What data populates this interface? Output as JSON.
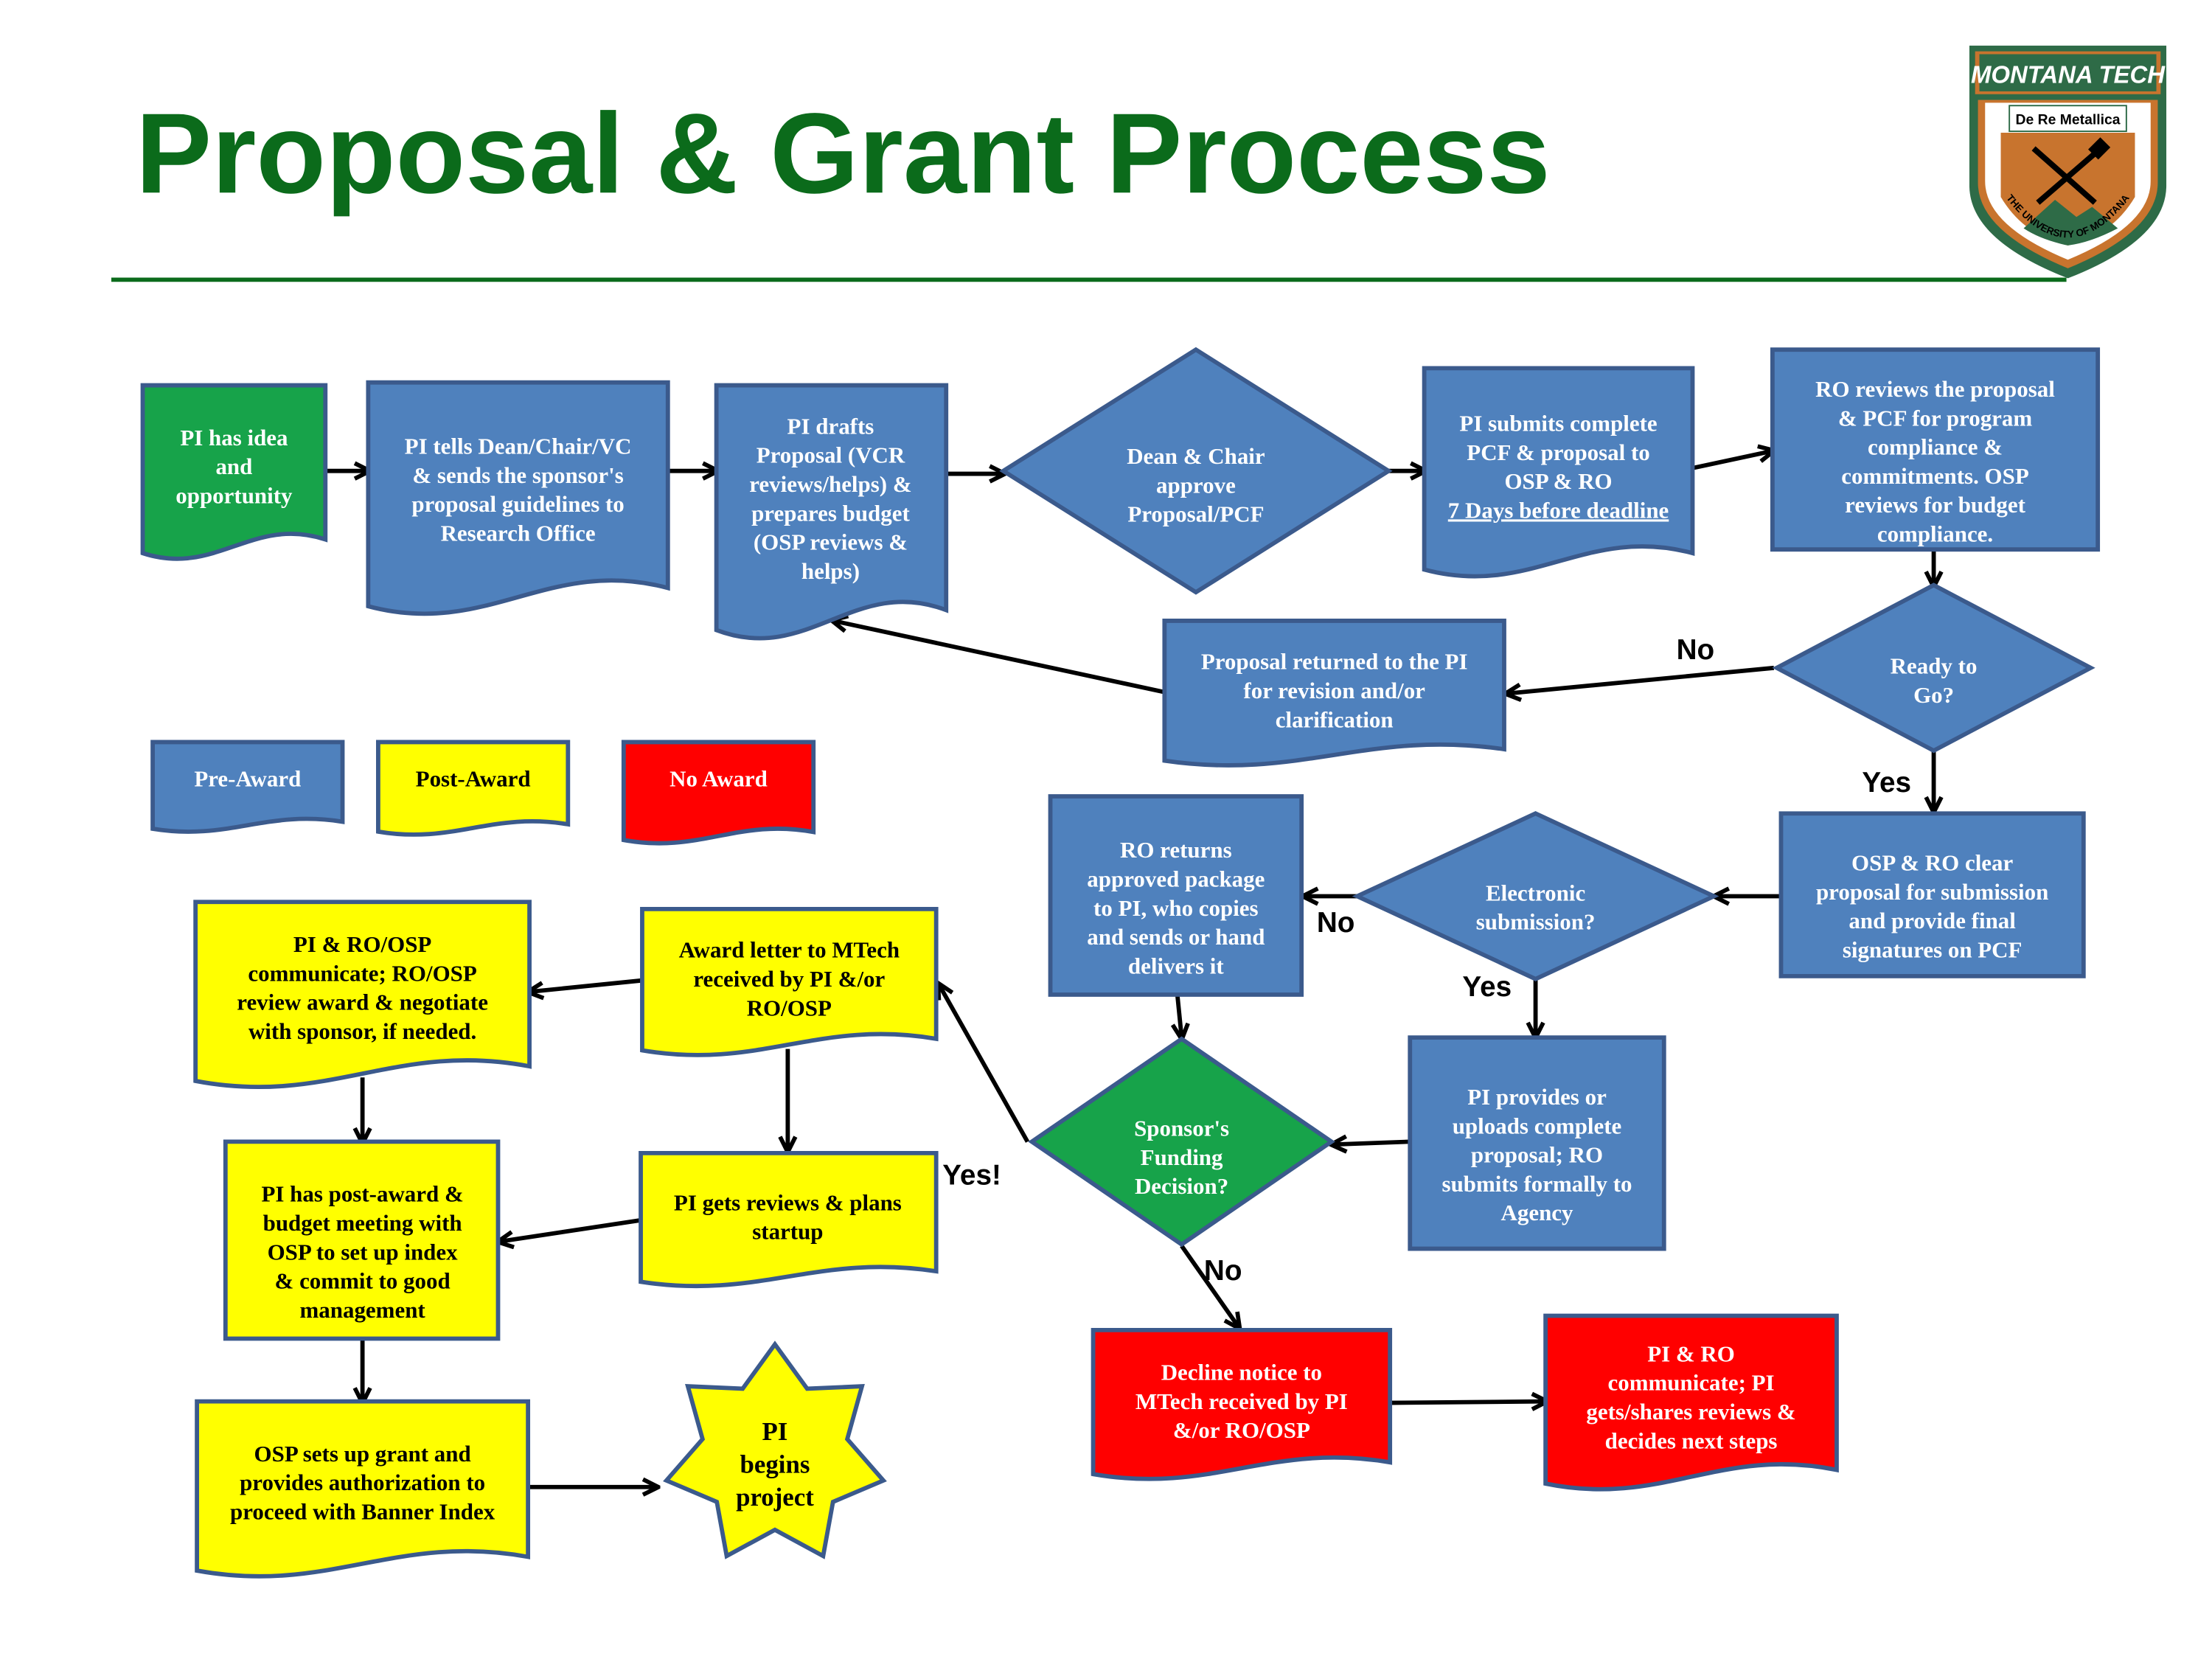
{
  "title": "Proposal & Grant Process",
  "colors": {
    "title": "#0b6b1b",
    "pre_award": "#4f81bd",
    "post_award": "#ffff00",
    "no_award": "#ff0000",
    "decision_green": "#17a34a",
    "outline": "#3b5a8c",
    "logo_green": "#2e6b47",
    "logo_orange": "#c8742e"
  },
  "logo": {
    "name": "MONTANA TECH",
    "motto": "De Re Metallica",
    "arc": "THE UNIVERSITY OF MONTANA"
  },
  "legend": [
    {
      "id": "pre",
      "label": "Pre-Award"
    },
    {
      "id": "post",
      "label": "Post-Award"
    },
    {
      "id": "none",
      "label": "No Award"
    }
  ],
  "nodes": {
    "idea": {
      "lines": [
        "PI has idea",
        "and",
        "opportunity"
      ]
    },
    "tells": {
      "lines": [
        "PI tells Dean/Chair/VC",
        "& sends the sponsor's",
        "proposal guidelines  to",
        "Research Office"
      ]
    },
    "drafts": {
      "lines": [
        "PI drafts",
        "Proposal  (VCR",
        "reviews/helps) &",
        "prepares budget",
        "(OSP reviews &",
        "helps)"
      ]
    },
    "approve": {
      "lines": [
        "Dean & Chair",
        "approve",
        "Proposal/PCF"
      ]
    },
    "submits": {
      "lines": [
        "PI submits complete",
        "PCF & proposal to",
        "OSP & RO",
        "7 Days before deadline"
      ]
    },
    "ro_reviews": {
      "lines": [
        "RO reviews the proposal",
        "& PCF for program",
        "compliance &",
        "commitments. OSP",
        "reviews for budget",
        "compliance."
      ]
    },
    "ready": {
      "lines": [
        "Ready to",
        "Go?"
      ]
    },
    "returned": {
      "lines": [
        "Proposal returned to the PI",
        "for revision and/or",
        "clarification"
      ]
    },
    "clear": {
      "lines": [
        "OSP & RO clear",
        "proposal for submission",
        "and provide final",
        "signatures on PCF"
      ]
    },
    "electronic": {
      "lines": [
        "Electronic",
        "submission?"
      ]
    },
    "ro_returns": {
      "lines": [
        "RO returns",
        "approved package",
        "to PI, who copies",
        "and sends or hand",
        "delivers it"
      ]
    },
    "uploads": {
      "lines": [
        "PI provides or",
        "uploads complete",
        "proposal; RO",
        "submits formally to",
        "Agency"
      ]
    },
    "funding": {
      "lines": [
        "Sponsor's",
        "Funding",
        "Decision?"
      ]
    },
    "award_letter": {
      "lines": [
        "Award letter  to MTech",
        "received by PI &/or",
        "RO/OSP"
      ]
    },
    "negotiate": {
      "lines": [
        "PI & RO/OSP",
        "communicate; RO/OSP",
        "review award & negotiate",
        "with sponsor, if needed."
      ]
    },
    "plans": {
      "lines": [
        "PI gets reviews & plans",
        "startup"
      ]
    },
    "meeting": {
      "lines": [
        "PI has post-award &",
        "budget meeting with",
        "OSP to set up index",
        "& commit to good",
        "management"
      ]
    },
    "banner": {
      "lines": [
        "OSP sets up grant and",
        "provides authorization to",
        "proceed with Banner Index"
      ]
    },
    "begins": {
      "lines": [
        "PI",
        "begins",
        "project"
      ]
    },
    "decline": {
      "lines": [
        "Decline notice  to",
        "MTech received by PI",
        "&/or RO/OSP"
      ]
    },
    "next_steps": {
      "lines": [
        "PI & RO",
        "communicate; PI",
        "gets/shares reviews &",
        "decides next steps"
      ]
    }
  },
  "edge_labels": {
    "ready_no": "No",
    "ready_yes": "Yes",
    "electronic_no": "No",
    "electronic_yes": "Yes",
    "funding_yes": "Yes!",
    "funding_no": "No"
  }
}
